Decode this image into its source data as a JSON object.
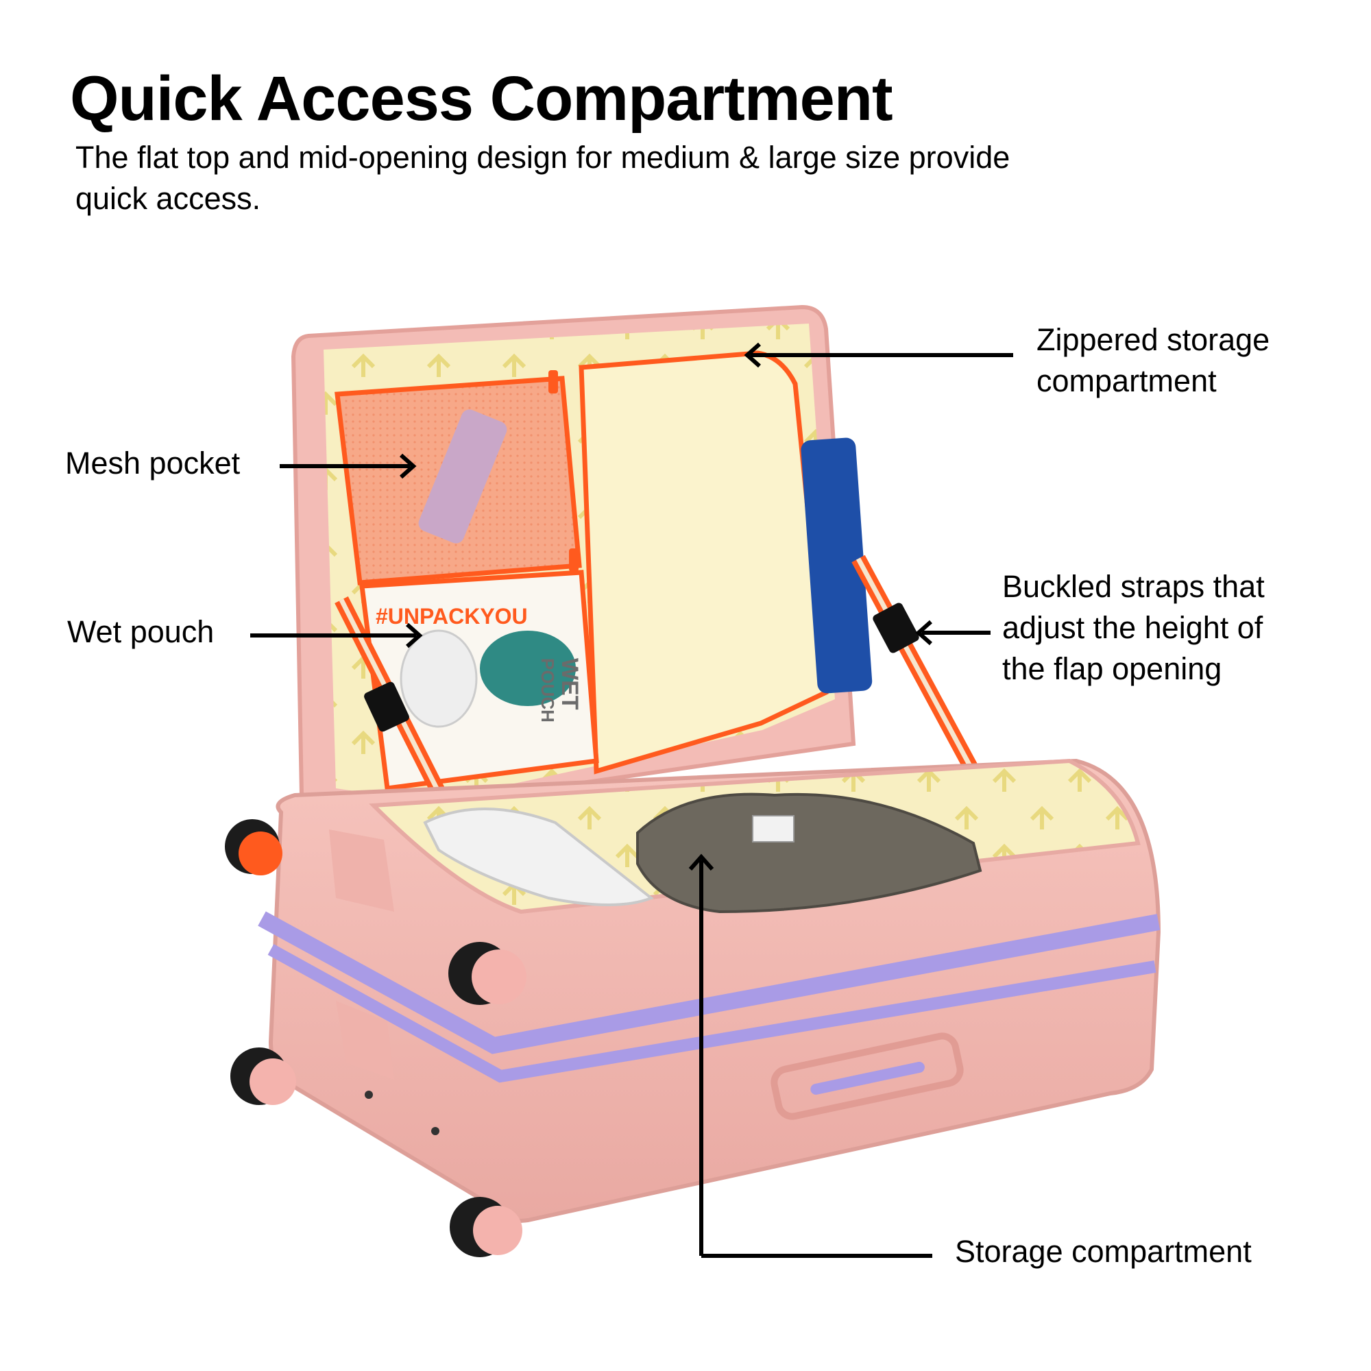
{
  "header": {
    "title": "Quick Access Compartment",
    "subtitle": "The flat top and mid-opening design for medium & large size provide quick access."
  },
  "callouts": {
    "zippered": {
      "line1": "Zippered storage",
      "line2": "compartment"
    },
    "mesh": {
      "line1": "Mesh pocket"
    },
    "wet": {
      "line1": "Wet pouch"
    },
    "buckled": {
      "line1": "Buckled straps that",
      "line2": "adjust the height of",
      "line3": "the flap opening"
    },
    "storage": {
      "line1": "Storage compartment"
    }
  },
  "pouch_print": {
    "hashtag": "#UNPACKYOU",
    "label_top": "WET",
    "label_bottom": "POUCH"
  },
  "colors": {
    "shell": "#f0b8b2",
    "lining": "#f8efc2",
    "zipper": "#ff5a1e",
    "stripe": "#a99be6",
    "mesh": "#f7a888",
    "wheel": "#f4b3ad"
  }
}
